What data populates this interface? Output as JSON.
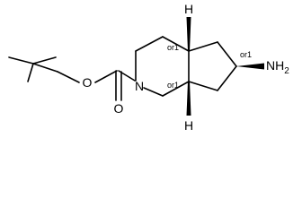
{
  "molecule": {
    "atom_labels": {
      "o1": "O",
      "o2": "O",
      "n": "N",
      "h_top": "H",
      "h_bottom": "H",
      "nh2": "NH"
    },
    "nh2_subscript": "2",
    "stereo_labels": {
      "top": "or1",
      "bottom": "or1",
      "amine": "or1"
    }
  },
  "colors": {
    "ink": "#000000",
    "background": "#ffffff"
  }
}
